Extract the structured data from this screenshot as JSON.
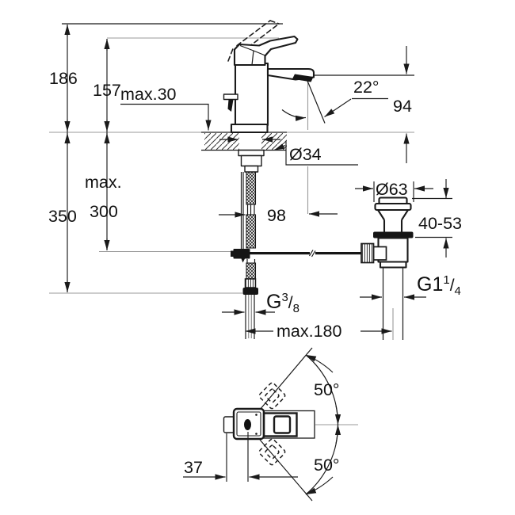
{
  "drawing": {
    "type": "faucet-installation-dimension-drawing",
    "colors": {
      "line": "#1a1a1a",
      "reference_line": "#9a9a9a",
      "background": "#ffffff"
    },
    "labels": {
      "overall_height": "186",
      "height_to_spout_top": "157",
      "max_deck_thickness": "max.30",
      "spout_angle": "22°",
      "spout_outlet_height": "94",
      "mounting_hole_diameter": "Ø34",
      "max_prefix": "max.",
      "hose_drop_length": "300",
      "supply_drop_length": "350",
      "spout_reach": "98",
      "waste_flange_diameter": "Ø63",
      "waste_clamp_range": "40-53",
      "supply_thread": {
        "base": "G",
        "sup": "3",
        "slash": "/",
        "sub": "8"
      },
      "waste_thread": {
        "base": "G1",
        "sup": "1",
        "slash": "/",
        "sub": "4"
      },
      "max_rod_spacing": "max.180",
      "handle_swing_upper": "50°",
      "handle_swing_lower": "50°",
      "handle_lever_offset": "37"
    }
  }
}
